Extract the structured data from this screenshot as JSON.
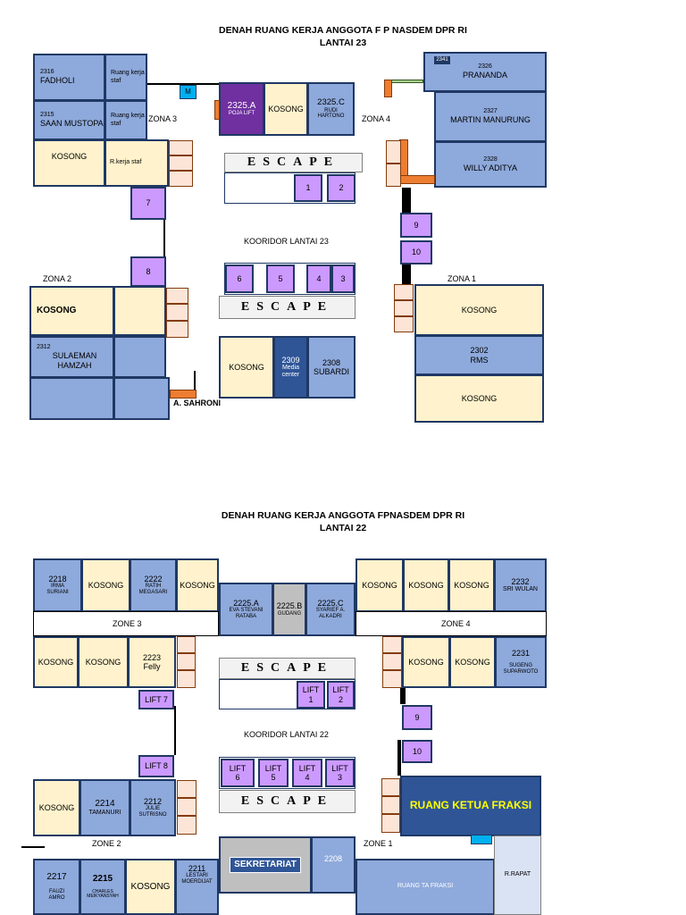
{
  "l23": {
    "title1": "DENAH RUANG KERJA ANGGOTA F P NASDEM DPR RI",
    "title2": "LANTAI 23",
    "r2316_no": "2316",
    "r2316_name": "FADHOLI",
    "ruang_staf_a": "Ruang kerja staf",
    "r2315_no": "2315",
    "r2315_name": "SAAN MUSTOPA",
    "ruang_staf_b": "Ruang kerja staf",
    "kosong_nw": "KOSONG",
    "rkerja_staf": "R.kerja staf",
    "zona3": "ZONA 3",
    "m": "M",
    "r2325a_no": "2325.A",
    "r2325a_name": "POJA LIFT",
    "kosong_mid": "KOSONG",
    "r2325c_no": "2325.C",
    "r2325c_name": "RUDI HARTONO",
    "zona4": "ZONA 4",
    "r2326_no": "2326",
    "r2326_name": "PRANANDA",
    "r2326_tag": "2341",
    "r2327_no": "2327",
    "r2327_name": "MARTIN MANURUNG",
    "r2328_no": "2328",
    "r2328_name": "WILLY ADITYA",
    "escape": "ESCAPE",
    "lift1": "1",
    "lift2": "2",
    "lift7": "7",
    "lift9": "9",
    "lift10": "10",
    "lift8": "8",
    "lift6": "6",
    "lift5": "5",
    "lift4": "4",
    "lift3": "3",
    "koridor": "KOORIDOR LANTAI 23",
    "zona2": "ZONA 2",
    "zona1": "ZONA 1",
    "kosong_w": "KOSONG",
    "r2312_no": "2312",
    "r2312_name": "SULAEMAN HAMZAH",
    "a_sahroni": "A. SAHRONI",
    "kosong_c": "KOSONG",
    "r2309_no": "2309",
    "r2309_name": "Media center",
    "r2308_no": "2308",
    "r2308_name": "SUBARDI",
    "kosong_e1": "KOSONG",
    "r2302_no": "2302",
    "r2302_name": "RMS",
    "kosong_e2": "KOSONG"
  },
  "l22": {
    "title1": "DENAH RUANG KERJA ANGGOTA FPNASDEM DPR RI",
    "title2": "LANTAI 22",
    "r2218_no": "2218",
    "r2218_name": "IRMA SURIANI",
    "kosong_a": "KOSONG",
    "r2222_no": "2222",
    "r2222_name": "RATIH MEGASARI",
    "kosong_b": "KOSONG",
    "r2225a_no": "2225.A",
    "r2225a_name": "EVA STEVANI RATABA",
    "r2225b_no": "2225.B",
    "r2225b_name": "GUDANG",
    "r2225c_no": "2225.C",
    "r2225c_name": "SYARIEF A. ALKADRI",
    "kosong_c": "KOSONG",
    "kosong_d": "KOSONG",
    "kosong_e": "KOSONG",
    "r2232_no": "2232",
    "r2232_name": "SRI WULAN",
    "zone3": "ZONE 3",
    "zone4": "ZONE 4",
    "kosong_f": "KOSONG",
    "kosong_g": "KOSONG",
    "r2223_no": "2223",
    "r2223_name": "Felly",
    "escape": "ESCAPE",
    "kosong_h": "KOSONG",
    "kosong_i": "KOSONG",
    "r2231_no": "2231",
    "r2231_name": "SUGENG SUPARWOTO",
    "lift7": "LIFT 7",
    "lift1": "LIFT 1",
    "lift2": "LIFT 2",
    "lift9": "9",
    "lift10": "10",
    "lift8": "LIFT 8",
    "koridor": "KOORIDOR LANTAI 22",
    "lift6": "LIFT 6",
    "lift5": "LIFT 5",
    "lift4": "LIFT 4",
    "lift3": "LIFT 3",
    "kosong_j": "KOSONG",
    "r2214_no": "2214",
    "r2214_name": "TAMANURI",
    "r2212_no": "2212",
    "r2212_name": "JULIE SUTRISNO",
    "ketua": "RUANG KETUA FRAKSI",
    "zone2": "ZONE  2",
    "zone1": "ZONE 1",
    "sekretariat": "SEKRETARIAT",
    "r2208_no": "2208",
    "r2217_no": "2217",
    "r2217_name": "FAUZI AMRO",
    "r2215_no": "2215",
    "r2215_name": "CHARLES MEIKYANSYAH",
    "kosong_k": "KOSONG",
    "r2211_no": "2211",
    "r2211_name": "LESTARI MOERDIJAT",
    "ruang_ta": "RUANG TA FRAKSI",
    "rapat": "R.RAPAT"
  },
  "colors": {
    "room_blue": "#8ea9db",
    "room_cream": "#fff2cc",
    "lift_lilac": "#cc99ff",
    "purple": "#7030a0",
    "navy": "#2f5597",
    "orange": "#ed7d31",
    "ketua_yellow": "#ffff00"
  }
}
